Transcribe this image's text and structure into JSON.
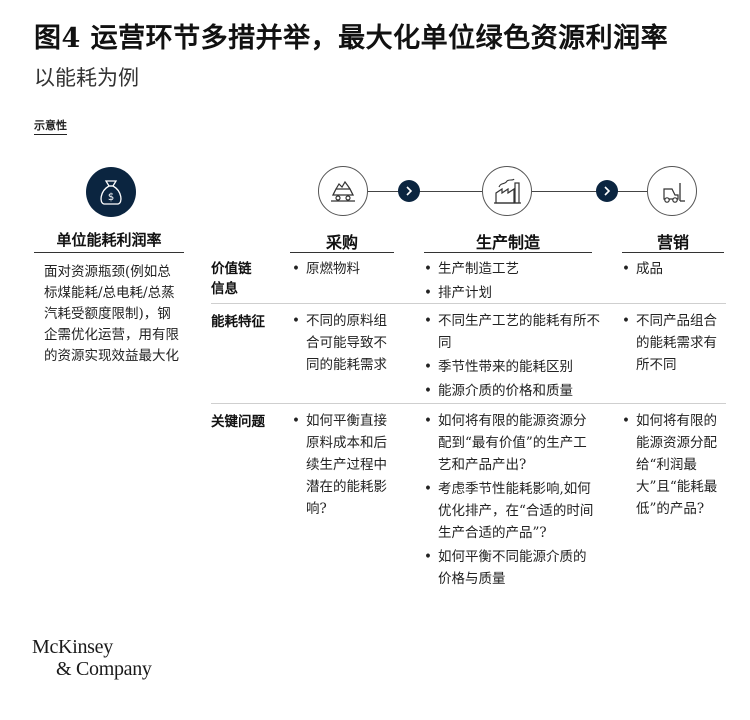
{
  "header": {
    "title": "图4 运营环节多措并举，最大化单位绿色资源利润率",
    "subtitle": "以能耗为例",
    "note": "示意性"
  },
  "left_panel": {
    "title": "单位能耗利润率",
    "description": "面对资源瓶颈(例如总标煤能耗/总电耗/总蒸汽耗受额度限制)，钢企需优化运营，用有限的资源实现效益最大化",
    "icon": "money-bag-icon"
  },
  "columns": [
    {
      "label": "采购",
      "icon": "mine-cart-icon"
    },
    {
      "label": "生产制造",
      "icon": "factory-icon"
    },
    {
      "label": "营销",
      "icon": "forklift-icon"
    }
  ],
  "rows": [
    {
      "label": "价值链信息",
      "cells": [
        [
          "原燃物料"
        ],
        [
          "生产制造工艺",
          "排产计划"
        ],
        [
          "成品"
        ]
      ]
    },
    {
      "label": "能耗特征",
      "cells": [
        [
          "不同的原料组合可能导致不同的能耗需求"
        ],
        [
          "不同生产工艺的能耗有所不同",
          "季节性带来的能耗区别",
          "能源介质的价格和质量"
        ],
        [
          "不同产品组合的能耗需求有所不同"
        ]
      ]
    },
    {
      "label": "关键问题",
      "cells": [
        [
          "如何平衡直接原料成本和后续生产过程中潜在的能耗影响?"
        ],
        [
          "如何将有限的能源资源分配到“最有价值”的生产工艺和产品产出?",
          "考虑季节性能耗影响,如何优化排产，在“合适的时间生产合适的产品”?",
          "如何平衡不同能源介质的价格与质量"
        ],
        [
          "如何将有限的能源资源分配给“利润最大”且“能耗最低”的产品?"
        ]
      ]
    }
  ],
  "flow_arrow_icon": "chevron-right-icon",
  "logo": {
    "line1": "McKinsey",
    "line2": "& Company"
  }
}
